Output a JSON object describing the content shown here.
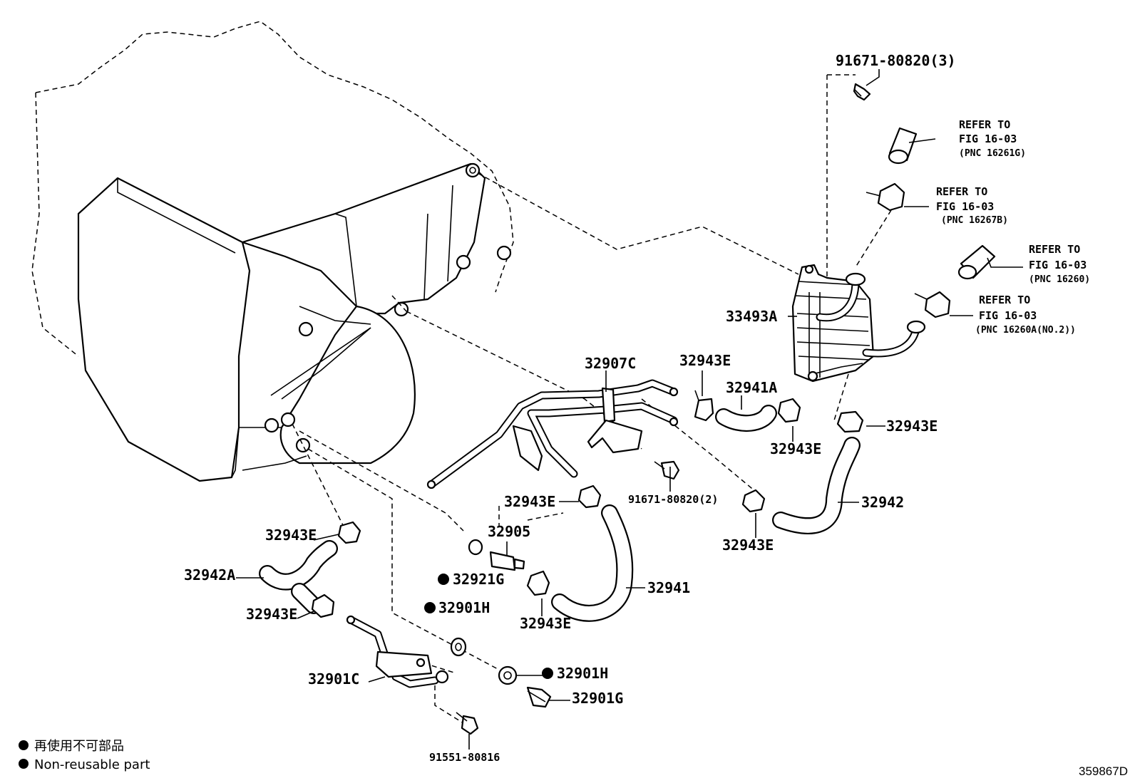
{
  "diagram_id": "359867D",
  "legend": {
    "bullet": "●",
    "line1": "再使用不可部品",
    "line2": "Non-reusable part"
  },
  "labels": {
    "bolt_top": "91671-80820(3)",
    "cooler": "33493A",
    "tube_c": "32907C",
    "clip_top": "32943E",
    "hose_a": "32941A",
    "clip_mid": "32943E",
    "clip_right": "32943E",
    "bolt_mid": "91671-80820(2)",
    "hose_32942": "32942",
    "clip_under_hose": "32943E",
    "clip_center": "32943E",
    "plug": "32905",
    "gasket_g": "32921G",
    "hose_32941": "32941",
    "clip_lower_center": "32943E",
    "clip_left": "32943E",
    "hose_42a": "32942A",
    "clip_lower_left": "32943E",
    "gasket_h1": "32901H",
    "tube_32901c": "32901C",
    "gasket_h2": "32901H",
    "union_bolt": "32901G",
    "bolt_bottom": "91551-80816"
  },
  "refs": [
    {
      "title": "REFER TO",
      "fig": "FIG 16-03",
      "pnc": "(PNC 16261G)"
    },
    {
      "title": "REFER TO",
      "fig": "FIG 16-03",
      "pnc": "(PNC 16267B)"
    },
    {
      "title": "REFER TO",
      "fig": "FIG 16-03",
      "pnc": "(PNC 16260)"
    },
    {
      "title": "REFER TO",
      "fig": "FIG 16-03",
      "pnc": "(PNC 16260A(NO.2))"
    }
  ]
}
